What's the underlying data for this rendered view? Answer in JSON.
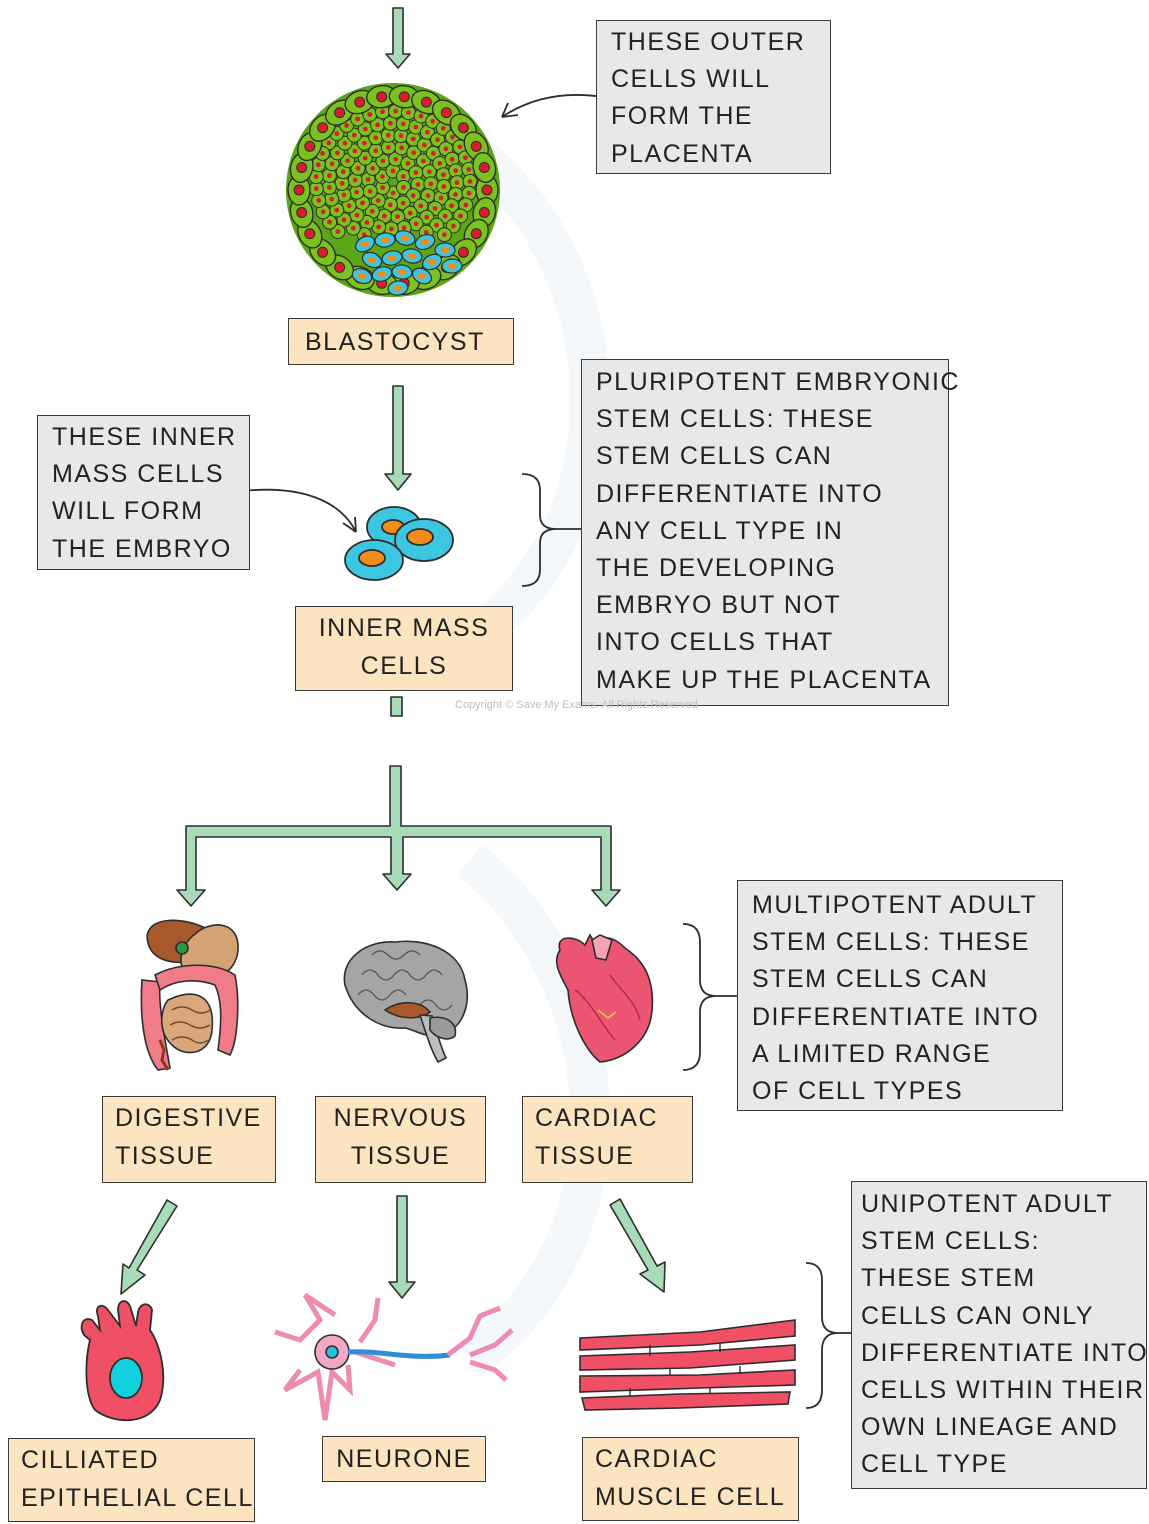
{
  "labels": {
    "blastocyst": "BLASTOCYST",
    "inner_mass_cells": [
      "INNER MASS",
      "CELLS"
    ],
    "digestive_tissue": [
      "DIGESTIVE",
      "TISSUE"
    ],
    "nervous_tissue": [
      "NERVOUS",
      "TISSUE"
    ],
    "cardiac_tissue": [
      "CARDIAC",
      "TISSUE"
    ],
    "ciliated_cell": [
      "CILLIATED",
      "EPITHELIAL CELL"
    ],
    "neurone": "NEURONE",
    "cardiac_muscle_cell": [
      "CARDIAC",
      "MUSCLE CELL"
    ]
  },
  "notes": {
    "outer_cells": [
      "THESE  OUTER",
      "CELLS  WILL",
      "FORM  THE",
      "PLACENTA"
    ],
    "inner_mass": [
      "THESE  INNER",
      "MASS  CELLS",
      "WILL  FORM",
      "THE  EMBRYO"
    ],
    "pluripotent": [
      "PLURIPOTENT  EMBRYONIC",
      "STEM  CELLS: THESE",
      "STEM CELLS  CAN",
      "DIFFERENTIATE  INTO",
      "ANY  CELL  TYPE  IN",
      "THE  DEVELOPING",
      "EMBRYO  BUT  NOT",
      "INTO  CELLS  THAT",
      "MAKE  UP THE PLACENTA"
    ],
    "multipotent": [
      "MULTIPOTENT  ADULT",
      "STEM  CELLS:  THESE",
      "STEM  CELLS  CAN",
      "DIFFERENTIATE  INTO",
      "A  LIMITED  RANGE",
      "OF  CELL   TYPES"
    ],
    "unipotent": [
      "UNIPOTENT  ADULT",
      "STEM  CELLS:",
      "THESE  STEM",
      "CELLS  CAN  ONLY",
      "DIFFERENTIATE  INTO",
      "CELLS  WITHIN  THEIR",
      "OWN  LINEAGE  AND",
      "CELL  TYPE"
    ]
  },
  "copyright": "Copyright © Save My Exams. All Rights Reserved",
  "colors": {
    "arrow_fill": "#a8dcb8",
    "label_bg": "#fce4c0",
    "note_bg": "#e8e8e8",
    "outer_cell_green": "#7cc21f",
    "nucleus_red": "#d81e2c",
    "inner_cell_cyan": "#3cc6df",
    "inner_nucleus_orange": "#f08c1c",
    "heart_pink": "#ec5571",
    "muscle_red": "#ef5066"
  },
  "icons": [
    "blastocyst-illustration",
    "inner-mass-cells-illustration",
    "digestive-system-icon",
    "brain-icon",
    "heart-icon",
    "ciliated-cell-icon",
    "neurone-icon",
    "cardiac-muscle-icon"
  ]
}
